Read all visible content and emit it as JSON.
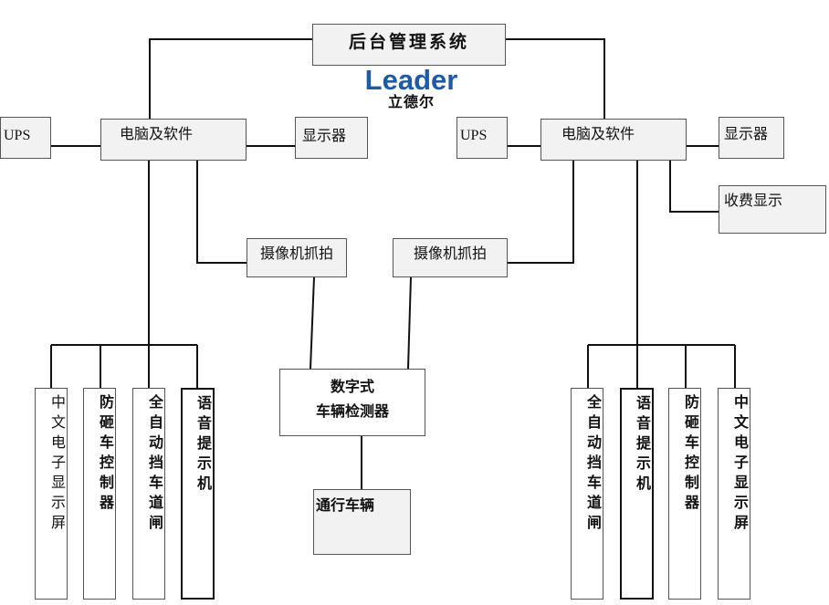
{
  "top": {
    "title": "后台管理系统"
  },
  "logo": {
    "brand": "Leader",
    "cn": "立德尔"
  },
  "left": {
    "ups": "UPS",
    "pc": "电脑及软件",
    "display": "显示器",
    "camera": "摄像机抓拍",
    "devices": [
      "中文电子显示屏",
      "防砸车控制器",
      "全自动挡车道闸",
      "语音提示机"
    ]
  },
  "right": {
    "ups": "UPS",
    "pc": "电脑及软件",
    "display": "显示器",
    "fee_display": "收费显示",
    "camera": "摄像机抓拍",
    "devices": [
      "全自动挡车道闸",
      "语音提示机",
      "防砸车控制器",
      "中文电子显示屏"
    ]
  },
  "center": {
    "detector_line1": "数字式",
    "detector_line2": "车辆检测器",
    "vehicle": "通行车辆"
  }
}
